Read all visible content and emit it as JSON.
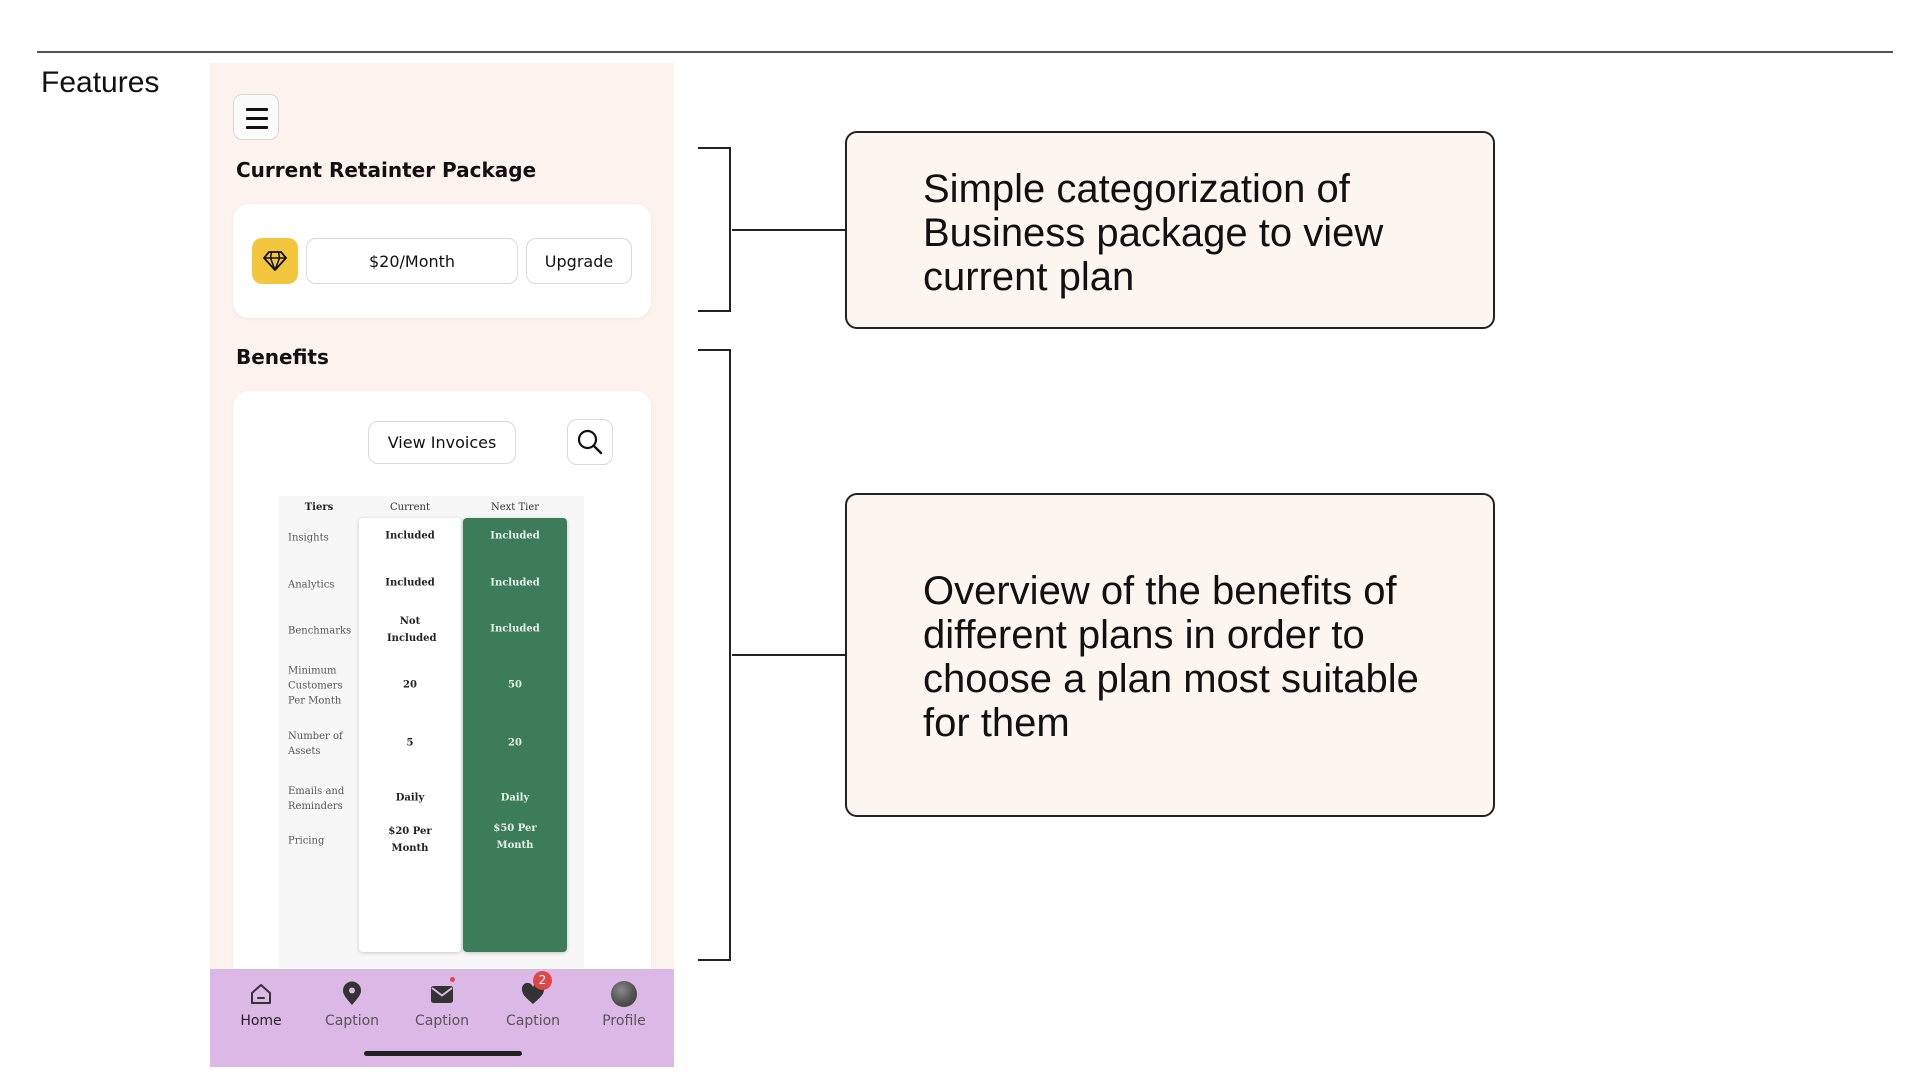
{
  "section_label": "Features",
  "phone": {
    "retainer_title": "Current Retainter Package",
    "plan": {
      "price": "$20/Month",
      "upgrade_label": "Upgrade"
    },
    "benefits_title": "Benefits",
    "view_invoices_label": "View Invoices",
    "table": {
      "headers": {
        "tiers": "Tiers",
        "current": "Current",
        "next": "Next Tier"
      },
      "rows": [
        {
          "label": "Insights",
          "current": "Included",
          "next": "Included"
        },
        {
          "label": "Analytics",
          "current": "Included",
          "next": "Included"
        },
        {
          "label": "Benchmarks",
          "current": "Not Included",
          "next": "Included"
        },
        {
          "label": "Minimum Customers Per Month",
          "current": "20",
          "next": "50"
        },
        {
          "label": "Number of Assets",
          "current": "5",
          "next": "20"
        },
        {
          "label": "Emails and Reminders",
          "current": "Daily",
          "next": "Daily"
        },
        {
          "label": "Pricing",
          "current": "$20 Per Month",
          "next": "$50 Per Month"
        }
      ]
    },
    "nav": {
      "items": [
        {
          "label": "Home",
          "icon": "home-icon"
        },
        {
          "label": "Caption",
          "icon": "location-pin-icon"
        },
        {
          "label": "Caption",
          "icon": "mail-icon"
        },
        {
          "label": "Caption",
          "icon": "heart-icon",
          "badge": "2"
        },
        {
          "label": "Profile",
          "icon": "avatar"
        }
      ]
    }
  },
  "annotations": [
    {
      "text": "Simple categorization of Business package to view current plan"
    },
    {
      "text": "Overview of the benefits of different plans in order to choose a plan most suitable for them"
    }
  ],
  "colors": {
    "phone_bg": "#fdf3ee",
    "accent_gem": "#f4c63d",
    "next_tier_green": "#3c7c58",
    "nav_bg": "#dbb8e6",
    "badge_red": "#e04646",
    "note_bg": "#fdf6f0"
  }
}
